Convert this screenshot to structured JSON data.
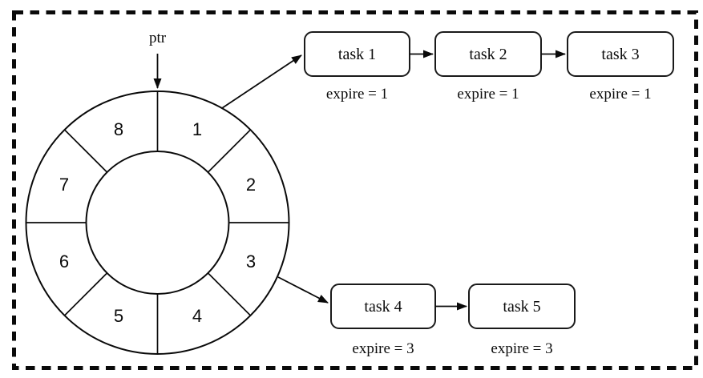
{
  "colors": {
    "stroke": "#0a0a0a",
    "background": "#ffffff"
  },
  "pointer": {
    "label": "ptr"
  },
  "wheel": {
    "slots": [
      "1",
      "2",
      "3",
      "4",
      "5",
      "6",
      "7",
      "8"
    ]
  },
  "task_lists": [
    {
      "source_slot": "1",
      "tasks": [
        {
          "label": "task 1",
          "expire": "expire = 1"
        },
        {
          "label": "task 2",
          "expire": "expire = 1"
        },
        {
          "label": "task 3",
          "expire": "expire = 1"
        }
      ]
    },
    {
      "source_slot": "3",
      "tasks": [
        {
          "label": "task 4",
          "expire": "expire = 3"
        },
        {
          "label": "task 5",
          "expire": "expire = 3"
        }
      ]
    }
  ]
}
